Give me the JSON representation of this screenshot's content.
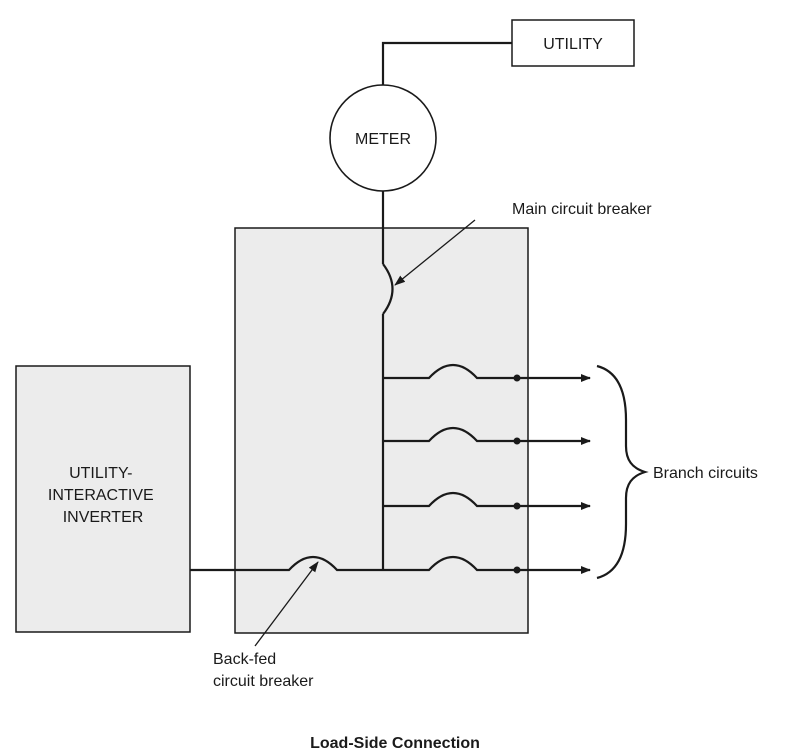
{
  "utility_label": "UTILITY",
  "meter_label": "METER",
  "main_breaker_label": "Main circuit breaker",
  "inverter_label": [
    "UTILITY-",
    "INTERACTIVE",
    "INVERTER"
  ],
  "branch_label": "Branch circuits",
  "backfed_label": [
    "Back-fed",
    "circuit breaker"
  ],
  "caption": "Load-Side Connection",
  "colors": {
    "panel_fill": "#ececec",
    "line": "#1a1a1a"
  }
}
